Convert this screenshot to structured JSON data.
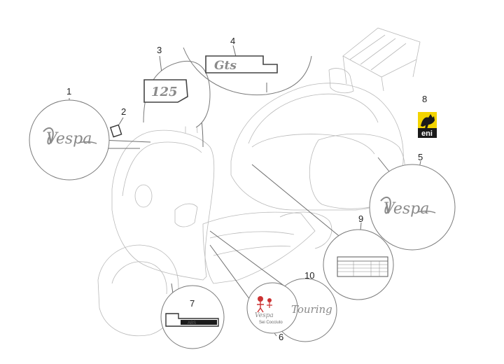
{
  "callouts": {
    "c1": "1",
    "c2": "2",
    "c3": "3",
    "c4": "4",
    "c5": "5",
    "c6": "6",
    "c7": "7",
    "c8": "8",
    "c9": "9",
    "c10": "10"
  },
  "decals": {
    "vespa_left": "Vespa",
    "vespa_right": "Vespa",
    "badge_125": "125",
    "badge_gts": "Gts",
    "touring": "Touring",
    "abs": "ABS",
    "eni": "eni",
    "mascot_vespa": "Vespa",
    "mascot_sub": "Sei Cocciuto"
  },
  "colors": {
    "line": "#6f6f6f",
    "eni_yellow": "#f3d400",
    "eni_black": "#1a1a1a"
  }
}
